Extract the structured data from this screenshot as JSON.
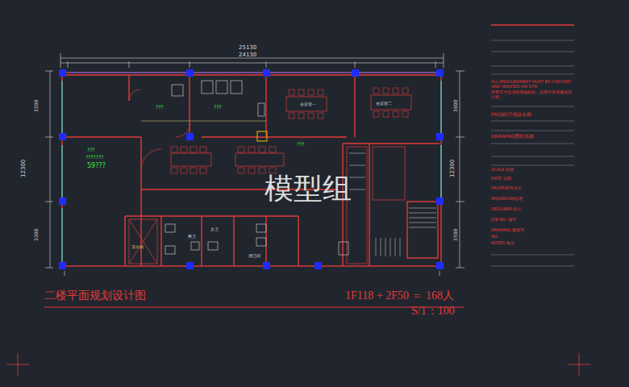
{
  "diagram": {
    "title": "二楼平面规划设计图",
    "labels": [
      "25130",
      "24130",
      "12300",
      "12300",
      "3500",
      "3300",
      "3600",
      "3500",
      "???",
      "???",
      "???",
      "???????",
      "59???",
      "会议室一",
      "会议室二",
      "???",
      "茶水间",
      "男卫",
      "女卫",
      "清洁间",
      "模型组",
      "1F118 + 2F50 ＝ 168人",
      "S/1：100",
      "ALL MEASUREMENT MUST BE CHECKED AND VERIFIED ON SITE",
      "所有尺寸必须在现场核对，若有不符请通知设计师。",
      "PROJECT项目名称",
      "DRAWING图纸名称",
      "SCALE 比例",
      "DATE 日期",
      "PROPRIETA业主",
      "MAJORDOM监理",
      "DESIGNER 设计",
      "JOB NO. 编号",
      "DRAWING 图纸号",
      "NO.",
      "NOTES 备注"
    ]
  }
}
